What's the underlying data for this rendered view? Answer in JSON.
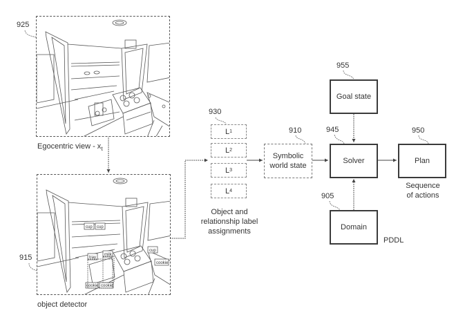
{
  "figure": {
    "top_image": {
      "ref": "925",
      "caption_main": "Egocentric view - x",
      "caption_sub": "t"
    },
    "bottom_image": {
      "ref": "915",
      "caption": "object detector",
      "detections": [
        "cup",
        "cup",
        "milk",
        "tray",
        "cookie",
        "cookie",
        "cup",
        "cookie"
      ]
    },
    "label_assignments": {
      "ref": "930",
      "labels": [
        {
          "main": "L",
          "sub": "1"
        },
        {
          "main": "L",
          "sub": "2"
        },
        {
          "main": "L",
          "sub": "3"
        },
        {
          "main": "L",
          "sub": "4"
        }
      ],
      "caption_lines": [
        "Object and",
        "relationship label",
        "assignments"
      ]
    },
    "symbolic_world_state": {
      "ref": "910",
      "lines": [
        "Symbolic",
        "world state"
      ]
    },
    "goal_state": {
      "ref": "955",
      "label": "Goal state"
    },
    "solver": {
      "ref": "945",
      "label": "Solver"
    },
    "plan": {
      "ref": "950",
      "label": "Plan",
      "caption_lines": [
        "Sequence",
        "of actions"
      ]
    },
    "domain": {
      "ref": "905",
      "label": "Domain",
      "caption": "PDDL"
    }
  }
}
